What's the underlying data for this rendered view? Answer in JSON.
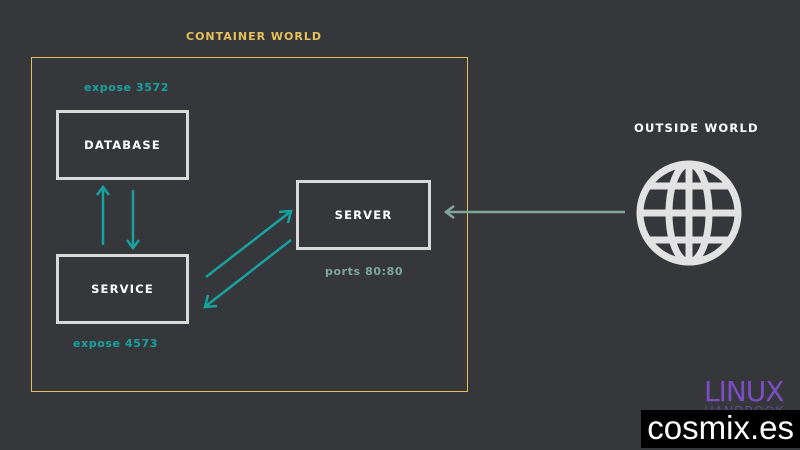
{
  "labels": {
    "container_world": "CONTAINER WORLD",
    "outside_world": "OUTSIDE WORLD",
    "expose_db": "expose 3572",
    "expose_service": "expose 4573",
    "ports": "ports 80:80"
  },
  "boxes": {
    "database": "DATABASE",
    "service": "SERVICE",
    "server": "SERVER"
  },
  "icons": {
    "globe": "globe-icon",
    "arrows": "arrow-icon"
  },
  "watermark": {
    "logo_top": "LINUX",
    "logo_bottom": "HANDBOOK",
    "site": "cosmix.es"
  },
  "colors": {
    "background": "#36373b",
    "yellow": "#e6c15a",
    "teal": "#16a3a0",
    "sage": "#7fa79a",
    "box_border": "#d9d9d9"
  }
}
